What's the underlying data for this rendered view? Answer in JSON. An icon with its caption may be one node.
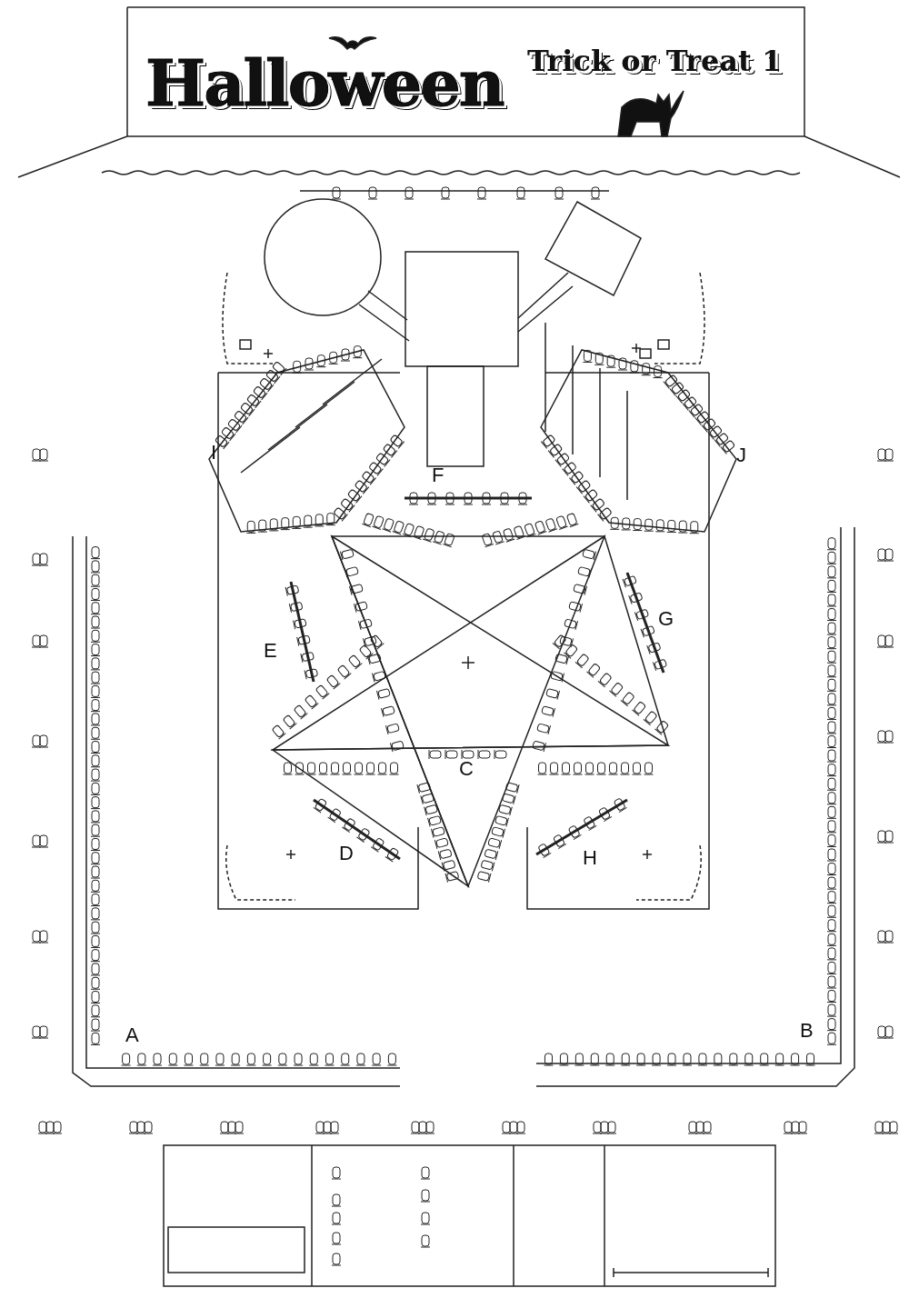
{
  "diagram": {
    "title": "Halloween",
    "labels": [
      "Trick or Treat 1",
      "I",
      "J",
      "F",
      "E",
      "G",
      "C",
      "D",
      "H",
      "A",
      "B"
    ]
  }
}
